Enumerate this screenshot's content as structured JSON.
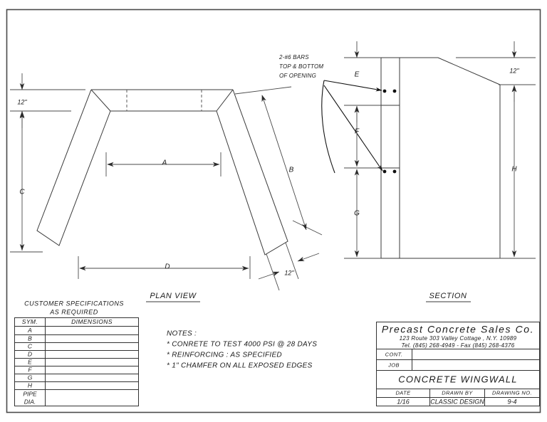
{
  "sheet": {
    "background": "#ffffff",
    "line_color": "#1a1a1a"
  },
  "views": {
    "plan": {
      "label": "PLAN  VIEW"
    },
    "section": {
      "label": "SECTION"
    }
  },
  "dimensions": {
    "plan": {
      "thickness_top": "12\"",
      "vertical_c": "C",
      "opening_a": "A",
      "wing_b": "B",
      "overall_d": "D",
      "chamfer_end": "12\""
    },
    "section": {
      "e": "E",
      "f": "F",
      "g": "G",
      "h": "H",
      "top_thickness": "12\""
    }
  },
  "callout": {
    "line1": "2-#6 BARS",
    "line2": "TOP  &  BOTTOM",
    "line3": "OF  OPENING"
  },
  "notes": {
    "heading": "NOTES :",
    "items": [
      "* CONRETE TO TEST 4000 PSI @ 28 DAYS",
      "* REINFORCING : AS SPECIFIED",
      "* 1\" CHAMFER ON ALL EXPOSED EDGES"
    ]
  },
  "spec_table": {
    "title_line1": "CUSTOMER  SPECIFICATIONS",
    "title_line2": "AS  REQUIRED",
    "headers": [
      "SYM.",
      "DIMENSIONS"
    ],
    "rows": [
      {
        "sym": "A",
        "dimension": ""
      },
      {
        "sym": "B",
        "dimension": ""
      },
      {
        "sym": "C",
        "dimension": ""
      },
      {
        "sym": "D",
        "dimension": ""
      },
      {
        "sym": "E",
        "dimension": ""
      },
      {
        "sym": "F",
        "dimension": ""
      },
      {
        "sym": "G",
        "dimension": ""
      },
      {
        "sym": "H",
        "dimension": ""
      }
    ],
    "pipe_row": {
      "sym_line1": "PIPE",
      "sym_line2": "DIA.",
      "dimension": ""
    }
  },
  "title_block": {
    "company": "Precast Concrete Sales Co.",
    "address": "123 Route 303 Valley Cottage , N.Y.  10989",
    "contact": "Tel. (845) 268-4949  -  Fax (845) 268-4376",
    "cont_label": "CONT.",
    "cont_value": "",
    "job_label": "JOB",
    "job_value": "",
    "drawing_title": "CONCRETE  WINGWALL",
    "date_label": "DATE",
    "drawn_by_label": "DRAWN  BY",
    "drawing_no_label": "DRAWING   NO.",
    "date_value": "1/16",
    "drawn_by_value": "CLASSIC  DESIGN",
    "drawing_no_value": "9-4"
  }
}
